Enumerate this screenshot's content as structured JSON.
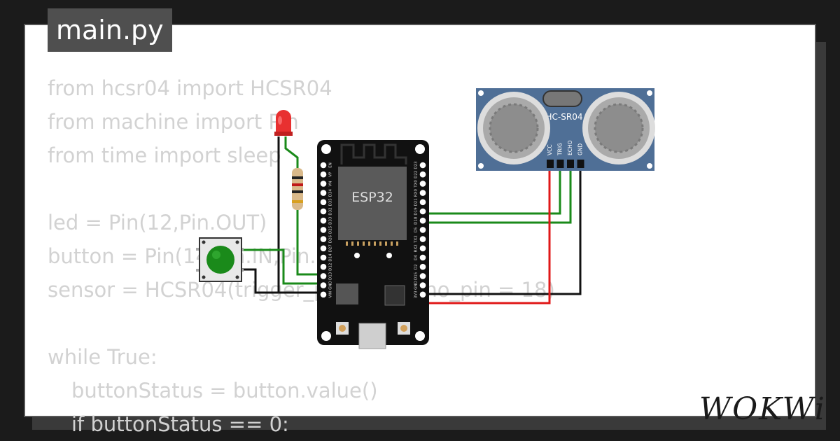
{
  "title": "main.py",
  "code_lines": [
    "from hcsr04 import HCSR04",
    "from machine import Pin",
    "from time import sleep",
    "",
    "led = Pin(12,Pin.OUT)",
    "button = Pin(14,Pin.IN,Pin.PULL_UP)",
    "sensor = HCSR04(trigger_pin = 5, echo_pin = 18)",
    "",
    "while True:",
    "buttonStatus = button.value()",
    "if buttonStatus == 0:"
  ],
  "board": {
    "label": "ESP32",
    "left_pins": [
      "EN",
      "VP",
      "VN",
      "D34",
      "D35",
      "D32",
      "D33",
      "D25",
      "D26",
      "D27",
      "D14",
      "D12",
      "D13",
      "GND",
      "VIN"
    ],
    "right_pins": [
      "D23",
      "D22",
      "TX0",
      "RX0",
      "D21",
      "D19",
      "D18",
      "D5",
      "TX2",
      "RX2",
      "D4",
      "D2",
      "D15",
      "GND",
      "3V3"
    ]
  },
  "sensor": {
    "label": "HC-SR04",
    "pins": [
      "VCC",
      "TRIG",
      "ECHO",
      "GND"
    ]
  },
  "logo": "WOKWi",
  "colors": {
    "wire_green": "#1a8a1a",
    "wire_red": "#e01818",
    "wire_black": "#111111",
    "board": "#111111",
    "sensor_pcb": "#4f6f96",
    "led": "#e83030",
    "button_cap": "#1a8a1a"
  }
}
